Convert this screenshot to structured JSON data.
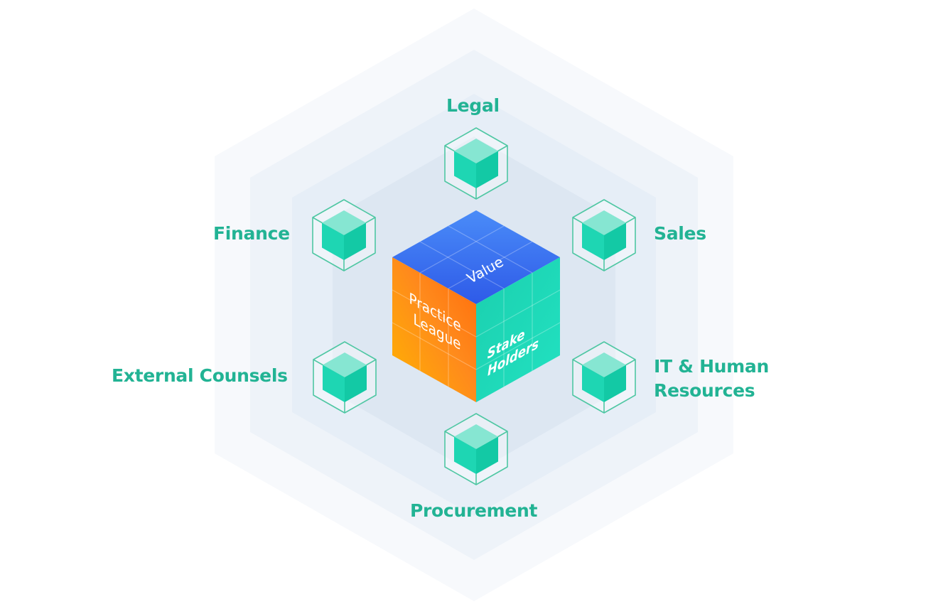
{
  "cube": {
    "top_face": "Value",
    "left_face": [
      "Practice",
      "League"
    ],
    "right_face": [
      "Stake",
      "Holders"
    ]
  },
  "nodes": {
    "legal": "Legal",
    "sales": "Sales",
    "finance": "Finance",
    "external_counsels": "External Counsels",
    "it_hr": [
      "IT & Human",
      "Resources"
    ],
    "procurement": "Procurement"
  },
  "colors": {
    "label_green": "#22b394",
    "node_cube_green": "#1ed6b3",
    "node_outline_green": "#4fc7a3",
    "cube_top_blue": "#3f72f2",
    "cube_left_orange": "#ff8a1c",
    "cube_right_teal": "#17d6b4",
    "hexagon_outer": "#f7f9fc",
    "hexagon_mid": "#eef3f9",
    "hexagon_inner": "#e5edf6",
    "hexagon_core": "#dce6f1"
  }
}
